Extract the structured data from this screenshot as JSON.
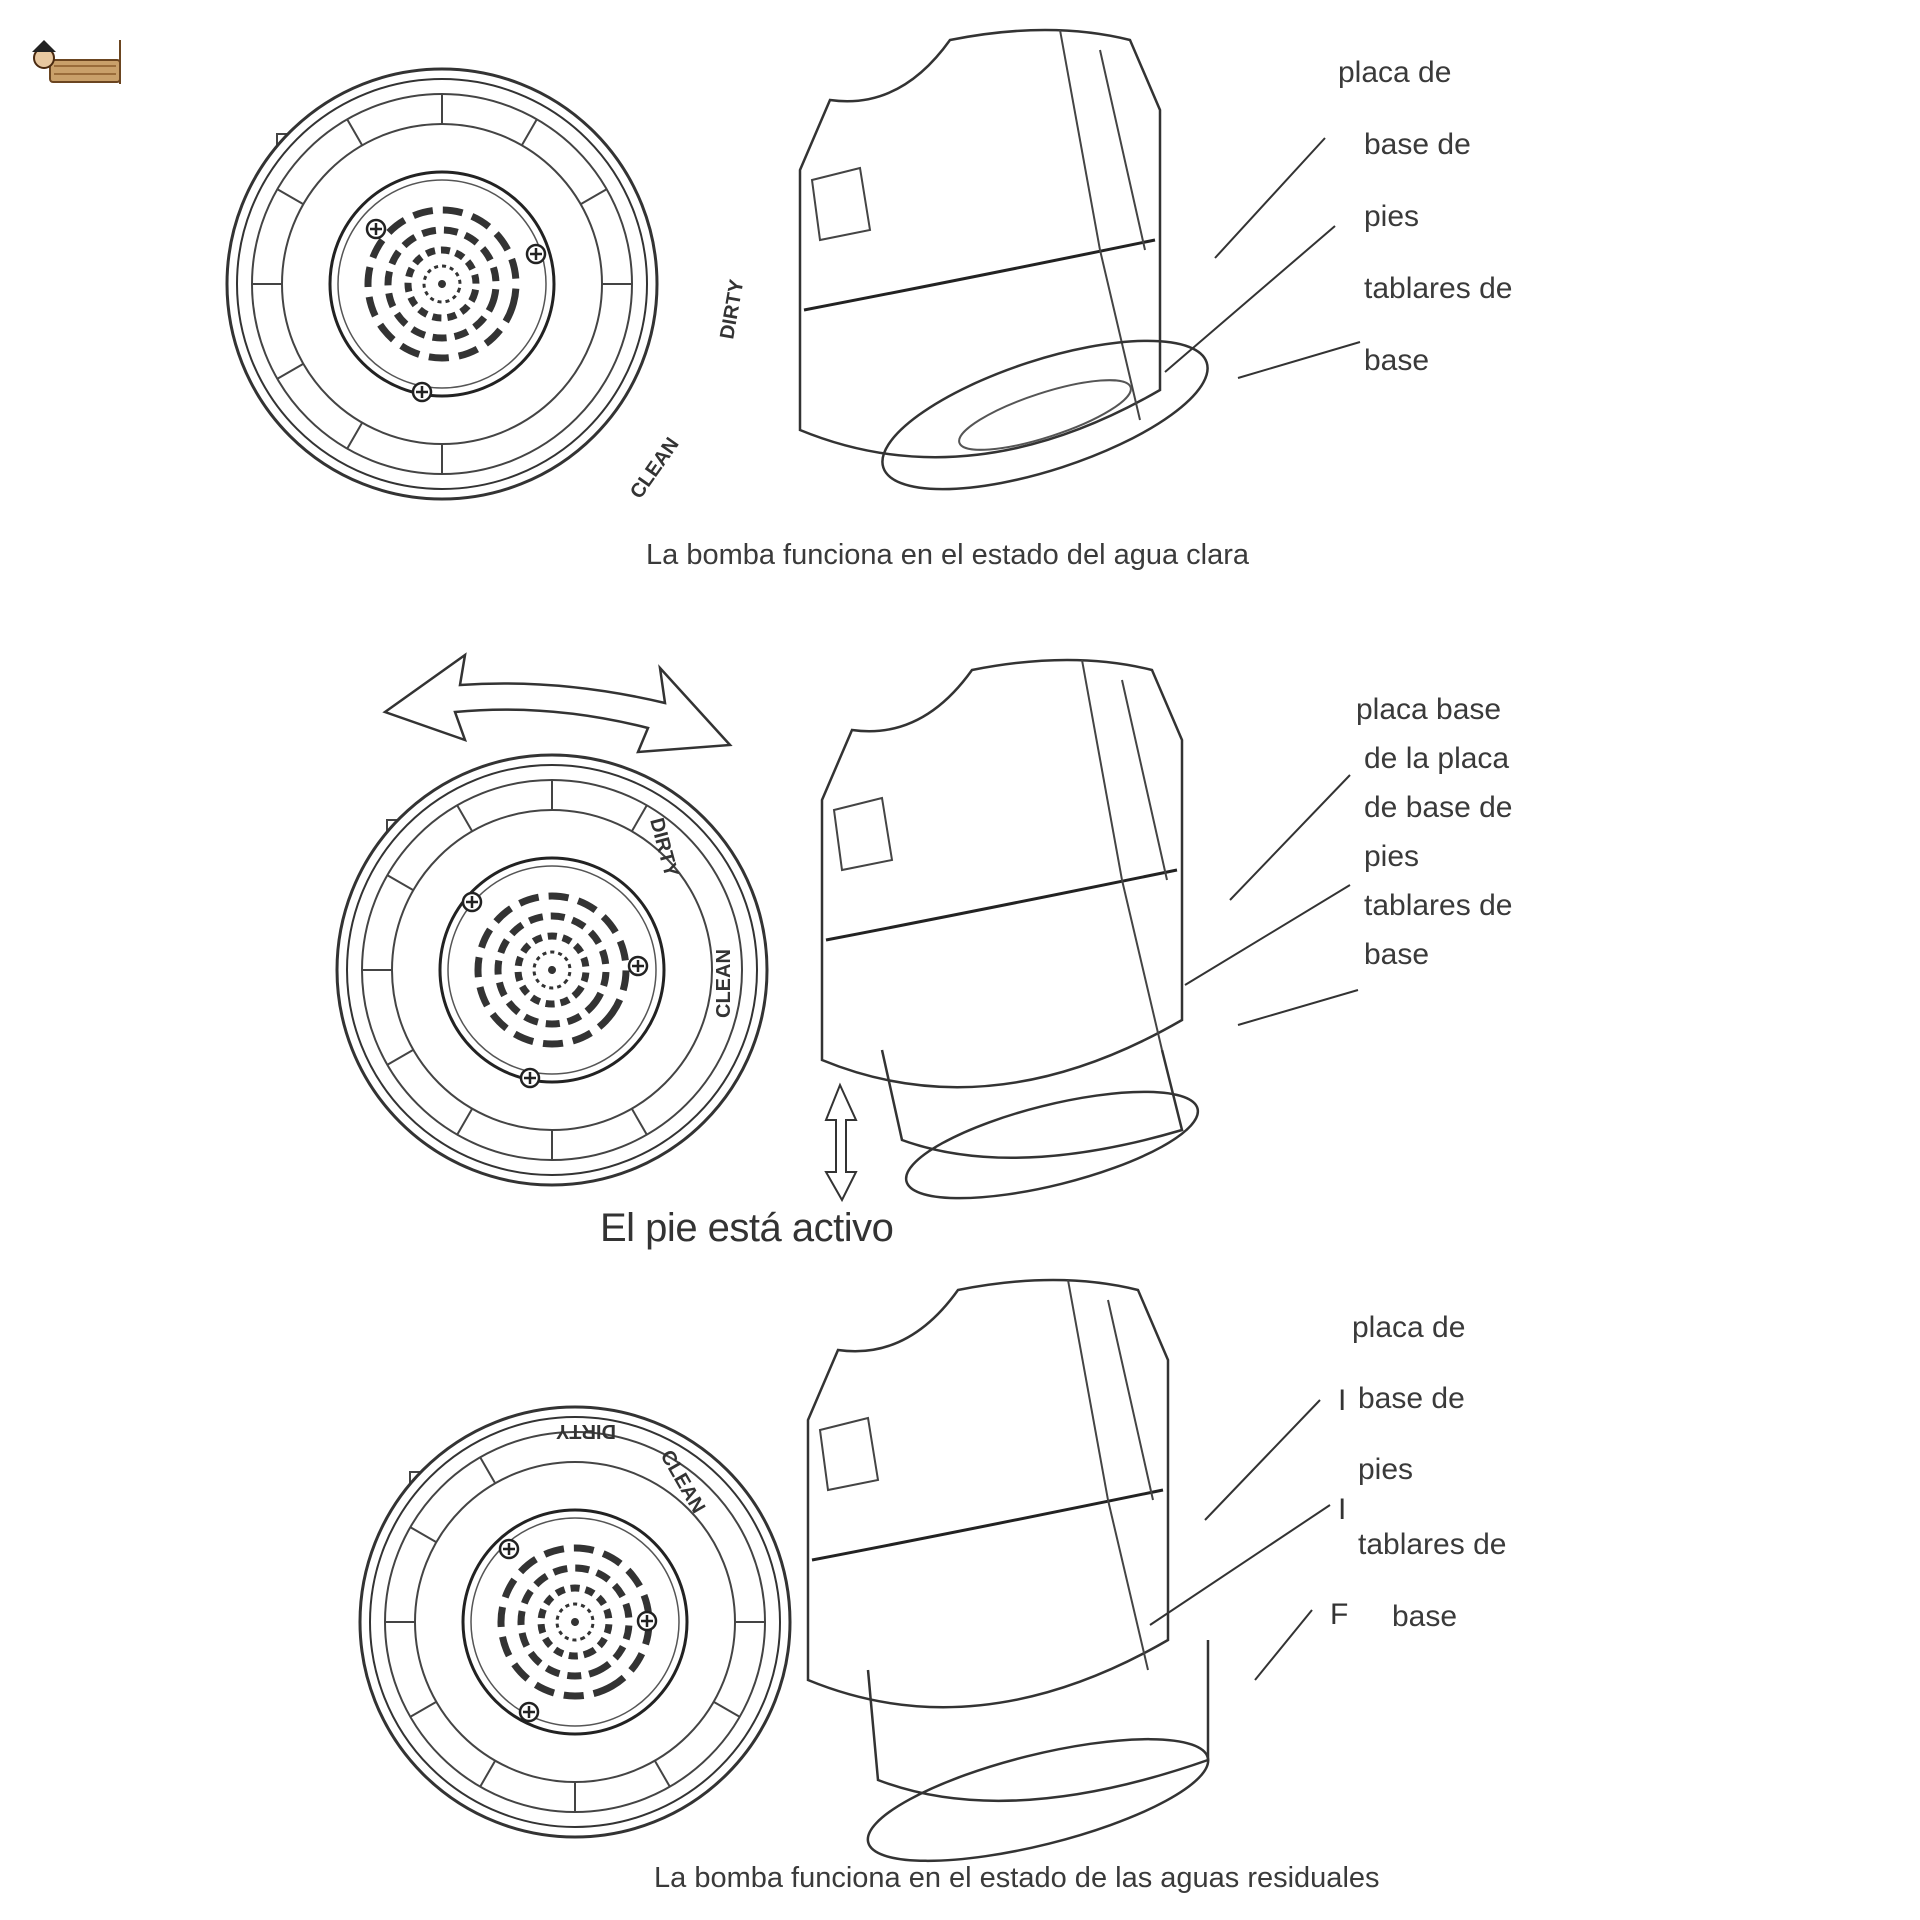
{
  "logo": {
    "icon": "pirate-logo-icon"
  },
  "panels": [
    {
      "state": "clean",
      "labels": [
        "placa de",
        "base de",
        "pies",
        "tablares de",
        "base"
      ],
      "caption": "La bomba funciona en el estado del agua clara",
      "dial": {
        "clean": "CLEAN",
        "dirty": "DIRTY"
      }
    },
    {
      "state": "active",
      "labels": [
        "placa base",
        "de la placa",
        "de base de",
        "pies",
        "tablares de",
        "base"
      ],
      "caption": "El pie está activo",
      "dial": {
        "clean": "CLEAN",
        "dirty": "DIRTY"
      }
    },
    {
      "state": "dirty",
      "labels": [
        "placa de",
        "base de",
        "pies",
        "tablares de",
        "base"
      ],
      "marks": [
        "I",
        "I",
        "F"
      ],
      "caption": "La bomba funciona en el estado de las aguas residuales",
      "dial": {
        "clean": "CLEAN",
        "dirty": "DIRTY"
      }
    }
  ]
}
